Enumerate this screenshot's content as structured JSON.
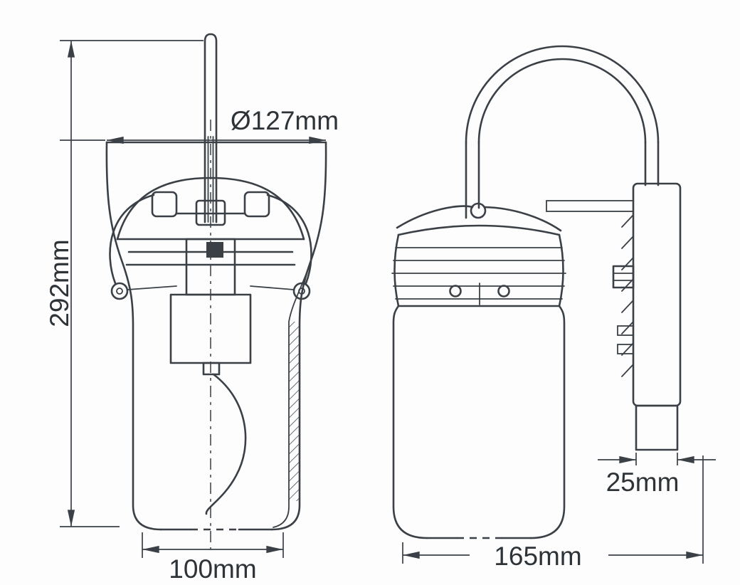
{
  "drawing": {
    "background": "#fdfdfd",
    "line_color": "#3a4046",
    "text_color": "#2e3338",
    "labels": {
      "diameter": "Ø127mm",
      "height": "292mm",
      "base_width": "100mm",
      "depth": "165mm",
      "backplate": "25mm"
    }
  }
}
